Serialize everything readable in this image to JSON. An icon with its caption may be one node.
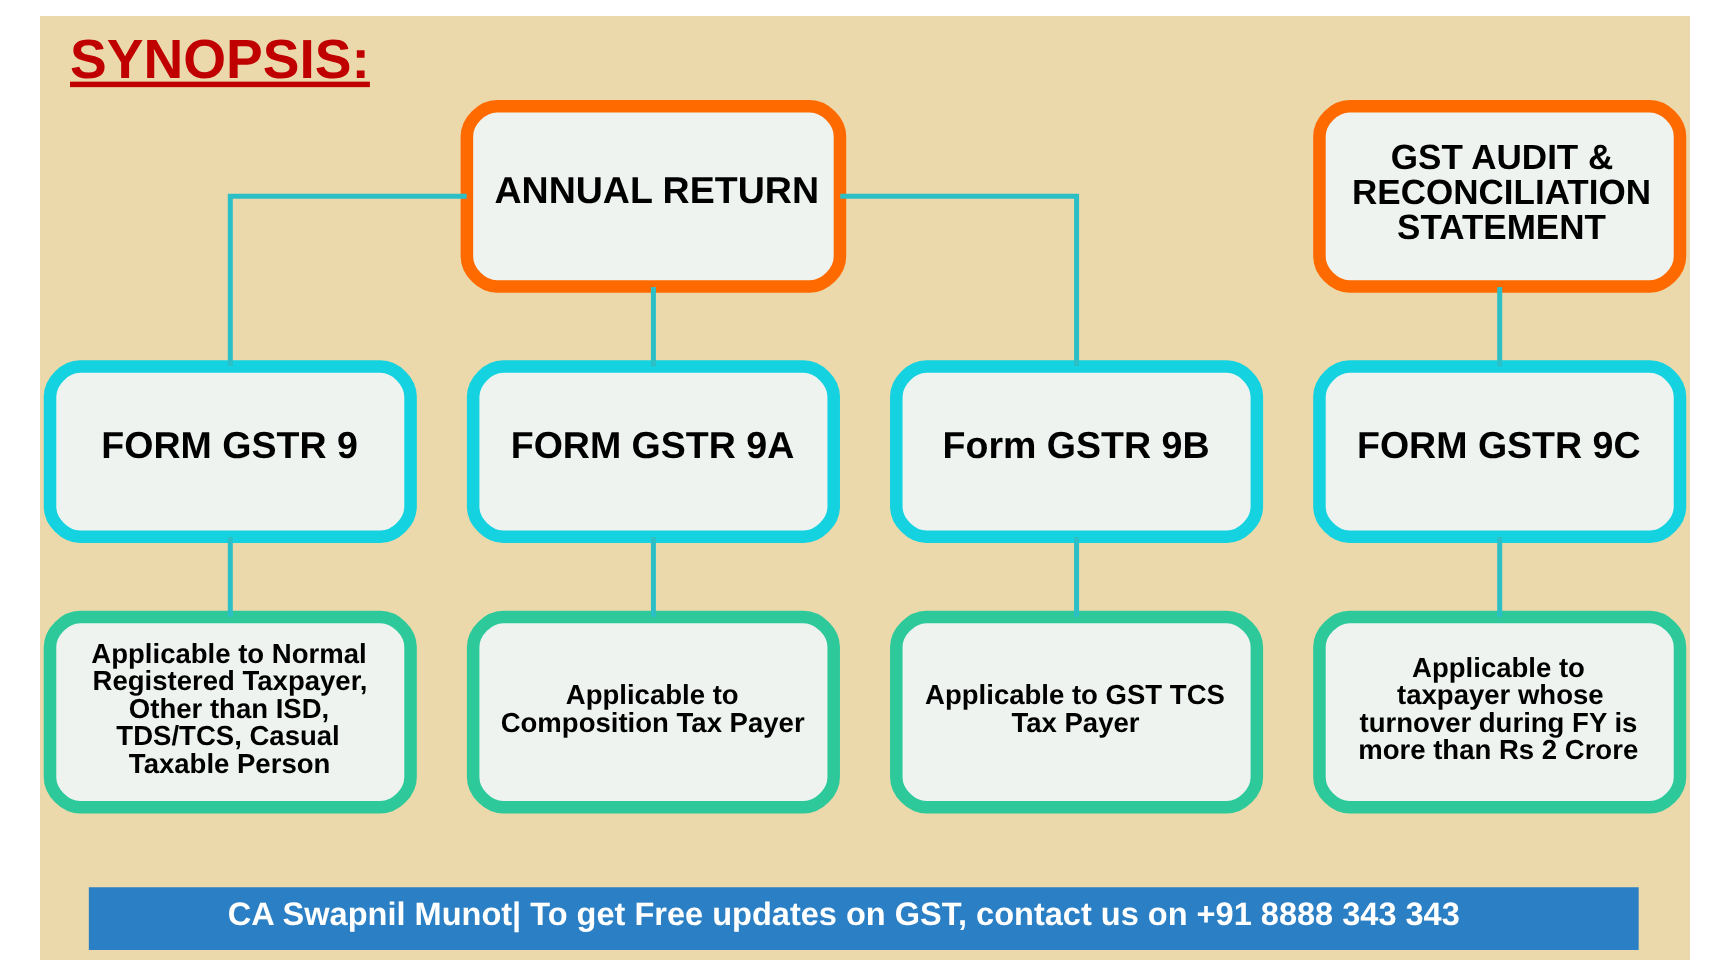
{
  "diagram": {
    "title": "SYNOPSIS:",
    "nodes": [
      {
        "text": [
          "ANNUAL RETURN"
        ]
      },
      {
        "text": [
          "GST AUDIT & RECONCILIATION STATEMENT"
        ]
      },
      {
        "text": [
          "FORM GSTR 9"
        ]
      },
      {
        "text": [
          "FORM GSTR 9A"
        ]
      },
      {
        "text": [
          "Form GSTR 9B"
        ]
      },
      {
        "text": [
          "FORM GSTR 9C"
        ]
      },
      {
        "text": [
          "Applicable to Normal Registered Taxpayer, Other than ISD, TDS/TCS, Casual Taxable Person"
        ]
      },
      {
        "text": [
          "Applicable to Composition Tax Payer"
        ]
      },
      {
        "text": [
          "Applicable to GST TCS Tax Payer"
        ]
      },
      {
        "text": [
          "Applicable to taxpayer whose turnover during FY is more than Rs 2 Crore"
        ]
      }
    ],
    "edges": [
      {
        "from": 0,
        "to": 2,
        "arrow": "none"
      },
      {
        "from": 0,
        "to": 3,
        "arrow": "none"
      },
      {
        "from": 0,
        "to": 4,
        "arrow": "none"
      },
      {
        "from": 1,
        "to": 5,
        "arrow": "none"
      },
      {
        "from": 2,
        "to": 6,
        "arrow": "none"
      },
      {
        "from": 3,
        "to": 7,
        "arrow": "none"
      },
      {
        "from": 4,
        "to": 8,
        "arrow": "none"
      },
      {
        "from": 5,
        "to": 9,
        "arrow": "none"
      }
    ],
    "labels": [
      "CA Swapnil Munot| To get Free updates on GST, contact us on +91 8888 343 343"
    ]
  }
}
